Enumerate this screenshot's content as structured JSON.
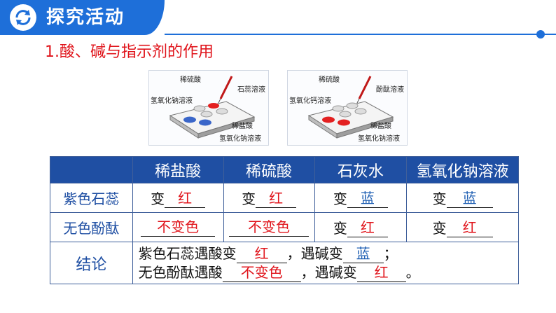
{
  "banner": {
    "title": "探究活动",
    "icon": "refresh-cycle-icon"
  },
  "section_heading": "1.酸、碱与指示剂的作用",
  "figures": {
    "left": {
      "labels": [
        "稀硫酸",
        "石蕊溶液",
        "氢氧化钠溶液",
        "稀盐酸",
        "氢氧化钠溶液"
      ]
    },
    "right": {
      "labels": [
        "稀硫酸",
        "酚酞溶液",
        "氢氧化钙溶液",
        "稀盐酸",
        "氢氧化钠溶液"
      ]
    }
  },
  "table": {
    "headers": [
      "",
      "稀盐酸",
      "稀硫酸",
      "石灰水",
      "氢氧化钠溶液"
    ],
    "rows": [
      {
        "label": "紫色石蕊",
        "cells": [
          {
            "prefix": "变",
            "answer": "红",
            "color": "red"
          },
          {
            "prefix": "变",
            "answer": "红",
            "color": "red"
          },
          {
            "prefix": "变",
            "answer": "蓝",
            "color": "blue"
          },
          {
            "prefix": "变",
            "answer": "蓝",
            "color": "blue"
          }
        ]
      },
      {
        "label": "无色酚酞",
        "cells": [
          {
            "prefix": "",
            "answer": "不变色",
            "color": "red"
          },
          {
            "prefix": "",
            "answer": "不变色",
            "color": "red"
          },
          {
            "prefix": "变",
            "answer": "红",
            "color": "red"
          },
          {
            "prefix": "变",
            "answer": "红",
            "color": "red"
          }
        ]
      }
    ],
    "conclusion": {
      "label": "结论",
      "line1": {
        "t1": "紫色石蕊遇酸变",
        "a1": "红",
        "t2": "，遇碱变",
        "a2": "蓝",
        "t3": "；"
      },
      "line2": {
        "t1": "无色酚酞遇酸",
        "a1": "不变色",
        "t2": "，遇碱变",
        "a2": "红",
        "t3": "。"
      }
    }
  },
  "colors": {
    "accent": "#1e6fd9",
    "header_bg": "#1f4fa3",
    "answer_red": "#e0141b",
    "answer_blue": "#1f5fb3"
  }
}
